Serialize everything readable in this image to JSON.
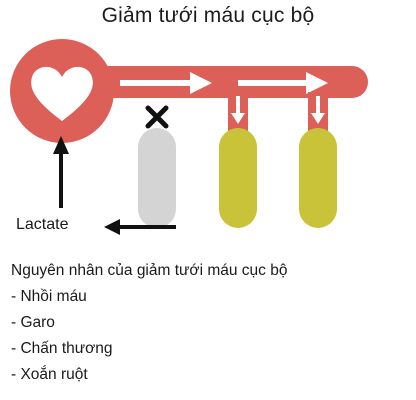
{
  "title": "Giảm tưới máu cục bộ",
  "diagram": {
    "lactate_label": "Lactate",
    "colors": {
      "vessel": "#dc5f58",
      "heart": "#ffffff",
      "arrow_in_vessel": "#ffffff",
      "blocked_organ": "#d4d4d4",
      "perfused_organ": "#c9c33a",
      "marker_and_arrows": "#111111"
    },
    "icons": [
      "heart-icon",
      "blocked-x-icon"
    ]
  },
  "causes": {
    "heading": "Nguyên nhân của giảm tưới máu cục bộ",
    "items": [
      "- Nhồi máu",
      "- Garo",
      "- Chấn thương",
      "- Xoắn ruột"
    ]
  }
}
